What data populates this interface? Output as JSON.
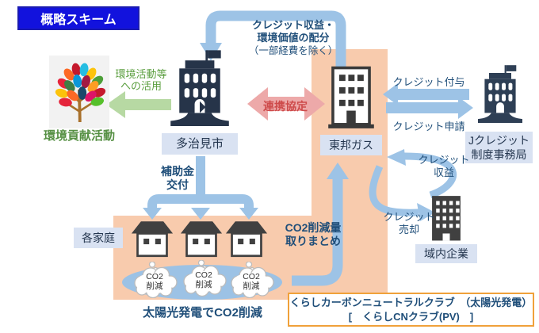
{
  "header": {
    "title": "概略スキーム"
  },
  "nodes": {
    "eco_activity": "環境貢献活動",
    "tajimi_city": "多治見市",
    "toho_gas": "東邦ガス",
    "j_credit": {
      "line1": "Jクレジット",
      "line2": "制度事務局"
    },
    "regional_companies": "域内企業",
    "households": "各家庭"
  },
  "flows": {
    "credit_profit": {
      "line1": "クレジット収益・",
      "line2": "環境価値の配分",
      "line3": "（一部経費を除く）"
    },
    "eco_use": {
      "line1": "環境活動等",
      "line2": "への活用"
    },
    "partnership": "連携協定",
    "credit_grant": "クレジット付与",
    "credit_apply": "クレジット申請",
    "credit_income": {
      "line1": "クレジット",
      "line2": "収益"
    },
    "credit_sale": {
      "line1": "クレジット",
      "line2": "売却"
    },
    "subsidy": {
      "line1": "補助金",
      "line2": "交付"
    },
    "co2_aggregate": {
      "line1": "CO2削減量",
      "line2": "取りまとめ"
    }
  },
  "cloud": {
    "line1": "CO2",
    "line2": "削減"
  },
  "captions": {
    "solar": "太陽光発電でCO2削減",
    "club_line1": "くらしカーボンニュートラルクラブ　（太陽光発電）",
    "club_line2": "[　くらしCNクラブ(PV)　]"
  },
  "colors": {
    "accent_blue": "#1212DD",
    "arrow_blue": "#9DC3E6",
    "navy_text": "#1F4E79",
    "peach": "#F8CBAD",
    "label_bg": "#D9E2F2",
    "pink_arrow": "#EDA9A9",
    "red_text": "#CE4B4B",
    "green_arrow": "#B7D9A3",
    "green_text": "#5A9E3E",
    "club_border": "#F0A13A",
    "ellipse_blue": "#9CC2E5"
  }
}
